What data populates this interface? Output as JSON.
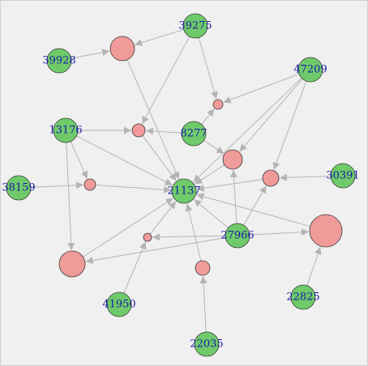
{
  "graph": {
    "colors": {
      "background": "#f0f0f0",
      "edge": "#b4b4b4",
      "labeled_node": "#6fcb6a",
      "unlabeled_node": "#f09a9a",
      "label_text": "#1a1aa6"
    },
    "nodes": [
      {
        "id": "39275",
        "label": "39275",
        "kind": "labeled"
      },
      {
        "id": "39928",
        "label": "39928",
        "kind": "labeled"
      },
      {
        "id": "47209",
        "label": "47209",
        "kind": "labeled"
      },
      {
        "id": "13176",
        "label": "13176",
        "kind": "labeled"
      },
      {
        "id": "8277",
        "label": "8277",
        "kind": "labeled"
      },
      {
        "id": "38159",
        "label": "38159",
        "kind": "labeled"
      },
      {
        "id": "21137",
        "label": "21137",
        "kind": "labeled"
      },
      {
        "id": "30391",
        "label": "30391",
        "kind": "labeled"
      },
      {
        "id": "27966",
        "label": "27966",
        "kind": "labeled"
      },
      {
        "id": "41950",
        "label": "41950",
        "kind": "labeled"
      },
      {
        "id": "22825",
        "label": "22825",
        "kind": "labeled"
      },
      {
        "id": "22035",
        "label": "22035",
        "kind": "labeled"
      },
      {
        "id": "P1",
        "label": "",
        "kind": "unlabeled"
      },
      {
        "id": "P2",
        "label": "",
        "kind": "unlabeled"
      },
      {
        "id": "P3",
        "label": "",
        "kind": "unlabeled"
      },
      {
        "id": "P4",
        "label": "",
        "kind": "unlabeled"
      },
      {
        "id": "P5",
        "label": "",
        "kind": "unlabeled"
      },
      {
        "id": "P6",
        "label": "",
        "kind": "unlabeled"
      },
      {
        "id": "P7",
        "label": "",
        "kind": "unlabeled"
      },
      {
        "id": "P8",
        "label": "",
        "kind": "unlabeled"
      },
      {
        "id": "P9",
        "label": "",
        "kind": "unlabeled"
      },
      {
        "id": "P10",
        "label": "",
        "kind": "unlabeled"
      }
    ],
    "edges": [
      {
        "from": "39928",
        "to": "P1"
      },
      {
        "from": "39275",
        "to": "P1"
      },
      {
        "from": "39275",
        "to": "P3"
      },
      {
        "from": "39275",
        "to": "P2"
      },
      {
        "from": "P1",
        "to": "21137"
      },
      {
        "from": "47209",
        "to": "P2"
      },
      {
        "from": "47209",
        "to": "P4"
      },
      {
        "from": "47209",
        "to": "P5"
      },
      {
        "from": "47209",
        "to": "21137"
      },
      {
        "from": "13176",
        "to": "P3"
      },
      {
        "from": "13176",
        "to": "P6"
      },
      {
        "from": "13176",
        "to": "P8"
      },
      {
        "from": "13176",
        "to": "21137"
      },
      {
        "from": "8277",
        "to": "P3"
      },
      {
        "from": "8277",
        "to": "P2"
      },
      {
        "from": "8277",
        "to": "P4"
      },
      {
        "from": "P3",
        "to": "21137"
      },
      {
        "from": "P4",
        "to": "21137"
      },
      {
        "from": "P5",
        "to": "21137"
      },
      {
        "from": "30391",
        "to": "P5"
      },
      {
        "from": "38159",
        "to": "P6"
      },
      {
        "from": "P6",
        "to": "21137"
      },
      {
        "from": "27966",
        "to": "P4"
      },
      {
        "from": "27966",
        "to": "P5"
      },
      {
        "from": "27966",
        "to": "P7"
      },
      {
        "from": "27966",
        "to": "P8"
      },
      {
        "from": "27966",
        "to": "P9"
      },
      {
        "from": "27966",
        "to": "21137"
      },
      {
        "from": "P7",
        "to": "21137"
      },
      {
        "from": "P8",
        "to": "21137"
      },
      {
        "from": "41950",
        "to": "P7"
      },
      {
        "from": "22825",
        "to": "P9"
      },
      {
        "from": "P9",
        "to": "21137"
      },
      {
        "from": "22035",
        "to": "P10"
      },
      {
        "from": "P10",
        "to": "21137"
      }
    ]
  }
}
